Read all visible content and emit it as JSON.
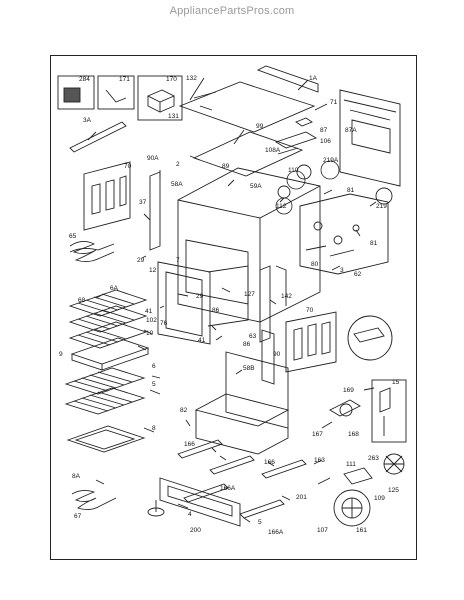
{
  "watermark": "AppliancePartsPros.com",
  "labels": {
    "L284": "284",
    "L171": "171",
    "L170": "170",
    "L132": "132",
    "L1A": "1A",
    "L71": "71",
    "L131": "131",
    "L3A": "3A",
    "L99": "99",
    "L87": "87",
    "L87A": "87A",
    "L106": "106",
    "L108A": "108A",
    "L2": "2",
    "L89": "89",
    "L90A": "90A",
    "L70a": "70",
    "L58A": "58A",
    "L59A": "59A",
    "L219A": "219A",
    "L110": "110",
    "L81a": "81",
    "L112": "112",
    "L219": "219",
    "L37": "37",
    "L65": "65",
    "L81b": "81",
    "L29a": "29",
    "L12": "12",
    "L80": "80",
    "L3": "3",
    "L62": "62",
    "L6A": "6A",
    "L7": "7",
    "L29b": "29",
    "L127": "127",
    "L142": "142",
    "L41a": "41",
    "L68": "68",
    "L102": "102",
    "L10": "10",
    "L76": "76",
    "L86a": "86",
    "L63": "63",
    "L70b": "70",
    "L41b": "41",
    "L86b": "86",
    "L90": "90",
    "L9": "9",
    "L6": "6",
    "L5": "5",
    "L58B": "58B",
    "L169": "169",
    "L15": "15",
    "L8": "8",
    "L82": "82",
    "L167": "167",
    "L168": "168",
    "L166a": "166",
    "L166b": "166",
    "L163": "163",
    "L111": "111",
    "L263": "263",
    "L8A": "8A",
    "L166Aa": "166A",
    "L201": "201",
    "L125": "125",
    "L4": "4",
    "L109": "109",
    "L67": "67",
    "L200": "200",
    "L5b": "5",
    "L166Ab": "166A",
    "L107": "107",
    "L161": "161"
  }
}
